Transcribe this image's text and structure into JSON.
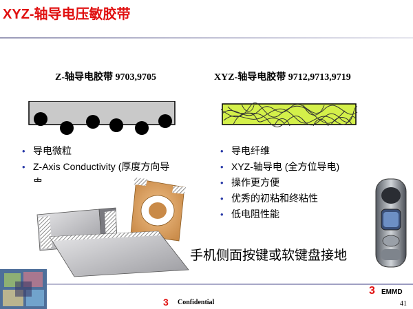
{
  "slide": {
    "title": "XYZ-轴导电压敏胶带",
    "caption": "手机侧面按键或软键盘接地"
  },
  "left_column": {
    "heading": "Z-轴导电胶带 9703,9705",
    "bullets": [
      "导电微粒",
      "Z-Axis Conductivity (厚度方向导",
      "电"
    ]
  },
  "right_column": {
    "heading": "XYZ-轴导电胶带 9712,9713,9719",
    "bullets": [
      "导电纤维",
      "XYZ-轴导电 (全方位导电)",
      "操作更方便",
      "优秀的初粘和终粘性",
      "低电阻性能"
    ]
  },
  "footer": {
    "logo_mark": "3",
    "confidential": "Confidential",
    "brand_mark": "3",
    "brand": "EMMD",
    "page_number": "41"
  },
  "colors": {
    "title": "#e01010",
    "bullet": "#2a3aa8",
    "fiber_fill": "#d4f04a",
    "tape_fill": "#c9c9c9"
  }
}
